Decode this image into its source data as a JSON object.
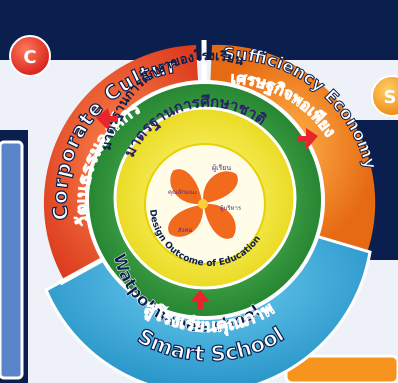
{
  "badges": {
    "left_letter": "C",
    "right_letter": "S"
  },
  "rings": {
    "corporate_culture_en": "Corporate Culture",
    "corporate_culture_th": "วัฒนธรรมองค์กร",
    "sufficiency_en": "Sufficiency Economy",
    "sufficiency_th": "เศรษฐกิจพอเพียง",
    "smart_school_th": "สู่โรงเรียนคุณภาพ",
    "smart_school_en": "Smart School",
    "school_name": "Watpolmanee shool",
    "school_standard_th": "มาตรฐานการศึกษาของโรงเรียน",
    "national_standard_th": "มาตรฐานการศึกษาชาติ",
    "design_outcome": "Design Outcome of Education"
  },
  "core": {
    "petal_top": "ผู้เรียน",
    "petal_left": "คุณลักษณะ",
    "petal_right": "ผู้บริหาร",
    "petal_bottom": "สังคม"
  },
  "colors": {
    "navy": "#0b1f4f",
    "orange": "#f7941d",
    "red_orange": "#ef5a2f",
    "blue": "#2aa6d6",
    "green": "#2f9b3a",
    "yellow": "#f6ec2e",
    "purple_text": "#5b2a86",
    "accent_red": "#e8242c"
  }
}
